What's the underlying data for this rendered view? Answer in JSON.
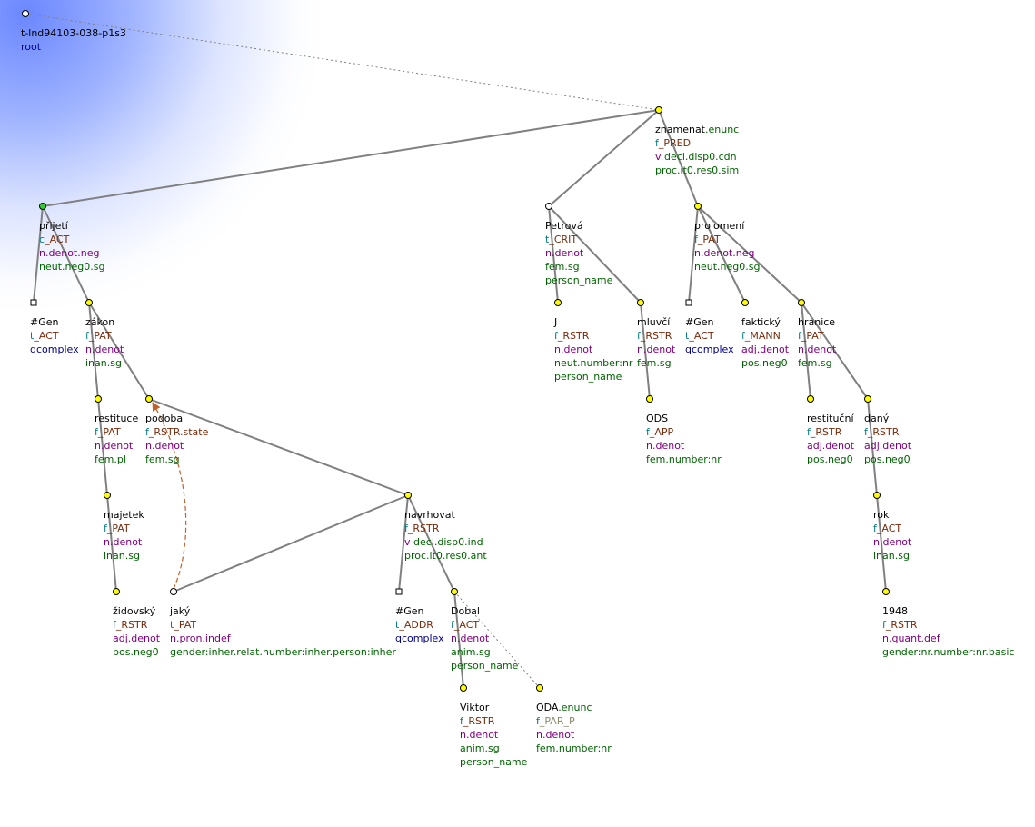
{
  "root": {
    "id": "t-lnd94103-038-p1s3",
    "func": "root"
  },
  "nodes": [
    {
      "key": "znamenat",
      "lemma": "znamenat",
      "suffix": ".enunc",
      "func_prefix": "f",
      "func_suffix": "_PRED",
      "lines": [
        {
          "text": "v",
          "text2": "decl.disp0.cdn",
          "cls": "enc"
        },
        {
          "text": "proc.it0.res0.sim",
          "cls": "enc"
        }
      ]
    },
    {
      "key": "prijeti",
      "lemma": "přijetí",
      "func_prefix": "c",
      "func_suffix": "_ACT",
      "lines": [
        {
          "text": "n.denot.neg",
          "cls": "gram"
        },
        {
          "text": "neut.neg0.sg",
          "cls": "enc"
        }
      ]
    },
    {
      "key": "gen1",
      "lemma": "#Gen",
      "func_prefix": "t",
      "func_suffix": "_ACT",
      "lines": [
        {
          "text": "qcomplex",
          "cls": "qc"
        }
      ]
    },
    {
      "key": "zakon",
      "lemma": "zákon",
      "func_prefix": "f",
      "func_suffix": "_PAT",
      "lines": [
        {
          "text": "n.denot",
          "cls": "gram"
        },
        {
          "text": "inan.sg",
          "cls": "enc"
        }
      ]
    },
    {
      "key": "restituce",
      "lemma": "restituce",
      "func_prefix": "f",
      "func_suffix": "_PAT",
      "lines": [
        {
          "text": "n.denot",
          "cls": "gram"
        },
        {
          "text": "fem.pl",
          "cls": "enc"
        }
      ]
    },
    {
      "key": "podoba",
      "lemma": "podoba",
      "func_prefix": "f",
      "func_suffix": "_RSTR.state",
      "lines": [
        {
          "text": "n.denot",
          "cls": "gram"
        },
        {
          "text": "fem.sg",
          "cls": "enc"
        }
      ]
    },
    {
      "key": "majetek",
      "lemma": "majetek",
      "func_prefix": "f",
      "func_suffix": "_PAT",
      "lines": [
        {
          "text": "n.denot",
          "cls": "gram"
        },
        {
          "text": "inan.sg",
          "cls": "enc"
        }
      ]
    },
    {
      "key": "zidovsky",
      "lemma": "židovský",
      "func_prefix": "f",
      "func_suffix": "_RSTR",
      "lines": [
        {
          "text": "adj.denot",
          "cls": "gram"
        },
        {
          "text": "pos.neg0",
          "cls": "enc"
        }
      ]
    },
    {
      "key": "jaky",
      "lemma": "jaký",
      "func_prefix": "t",
      "func_suffix": "_PAT",
      "lines": [
        {
          "text": "n.pron.indef",
          "cls": "gram"
        },
        {
          "text": "gender:inher.relat.number:inher.person:inher",
          "cls": "enc"
        }
      ]
    },
    {
      "key": "navrhovat",
      "lemma": "navrhovat",
      "func_prefix": "f",
      "func_suffix": "_RSTR",
      "lines": [
        {
          "text": "v",
          "text2": "decl.disp0.ind",
          "cls": "enc"
        },
        {
          "text": "proc.it0.res0.ant",
          "cls": "enc"
        }
      ]
    },
    {
      "key": "gen2",
      "lemma": "#Gen",
      "func_prefix": "t",
      "func_suffix": "_ADDR",
      "lines": [
        {
          "text": "qcomplex",
          "cls": "qc"
        }
      ]
    },
    {
      "key": "dobal",
      "lemma": "Dobal",
      "func_prefix": "f",
      "func_suffix": "_ACT",
      "lines": [
        {
          "text": "n.denot",
          "cls": "gram"
        },
        {
          "text": "anim.sg",
          "cls": "enc"
        },
        {
          "text": "person_name",
          "cls": "enc"
        }
      ]
    },
    {
      "key": "viktor",
      "lemma": "Viktor",
      "func_prefix": "f",
      "func_suffix": "_RSTR",
      "lines": [
        {
          "text": "n.denot",
          "cls": "gram"
        },
        {
          "text": "anim.sg",
          "cls": "enc"
        },
        {
          "text": "person_name",
          "cls": "enc"
        }
      ]
    },
    {
      "key": "oda",
      "lemma": "ODA",
      "suffix": ".enunc",
      "func_prefix": "f",
      "func_suffix": "_PAR_P",
      "lines": [
        {
          "text": "n.denot",
          "cls": "gram"
        },
        {
          "text": "fem.number:nr",
          "cls": "enc"
        }
      ]
    },
    {
      "key": "petrova",
      "lemma": "Petrová",
      "func_prefix": "t",
      "func_suffix": "_CRIT",
      "lines": [
        {
          "text": "n.denot",
          "cls": "gram"
        },
        {
          "text": "fem.sg",
          "cls": "enc"
        },
        {
          "text": "person_name",
          "cls": "enc"
        }
      ]
    },
    {
      "key": "j",
      "lemma": "J",
      "func_prefix": "f",
      "func_suffix": "_RSTR",
      "lines": [
        {
          "text": "n.denot",
          "cls": "gram"
        },
        {
          "text": "neut.number:nr",
          "cls": "enc"
        },
        {
          "text": "person_name",
          "cls": "enc"
        }
      ]
    },
    {
      "key": "mluvci",
      "lemma": "mluvčí",
      "func_prefix": "f",
      "func_suffix": "_RSTR",
      "lines": [
        {
          "text": "n.denot",
          "cls": "gram"
        },
        {
          "text": "fem.sg",
          "cls": "enc"
        }
      ]
    },
    {
      "key": "ods",
      "lemma": "ODS",
      "func_prefix": "f",
      "func_suffix": "_APP",
      "lines": [
        {
          "text": "n.denot",
          "cls": "gram"
        },
        {
          "text": "fem.number:nr",
          "cls": "enc"
        }
      ]
    },
    {
      "key": "prolomeni",
      "lemma": "prolomení",
      "func_prefix": "f",
      "func_suffix": "_PAT",
      "lines": [
        {
          "text": "n.denot.neg",
          "cls": "gram"
        },
        {
          "text": "neut.neg0.sg",
          "cls": "enc"
        }
      ]
    },
    {
      "key": "gen3",
      "lemma": "#Gen",
      "func_prefix": "t",
      "func_suffix": "_ACT",
      "lines": [
        {
          "text": "qcomplex",
          "cls": "qc"
        }
      ]
    },
    {
      "key": "fakticky",
      "lemma": "faktický",
      "func_prefix": "f",
      "func_suffix": "_MANN",
      "lines": [
        {
          "text": "adj.denot",
          "cls": "gram"
        },
        {
          "text": "pos.neg0",
          "cls": "enc"
        }
      ]
    },
    {
      "key": "hranice",
      "lemma": "hranice",
      "func_prefix": "f",
      "func_suffix": "_PAT",
      "lines": [
        {
          "text": "n.denot",
          "cls": "gram"
        },
        {
          "text": "fem.sg",
          "cls": "enc"
        }
      ]
    },
    {
      "key": "restitucni",
      "lemma": "restituční",
      "func_prefix": "f",
      "func_suffix": "_RSTR",
      "lines": [
        {
          "text": "adj.denot",
          "cls": "gram"
        },
        {
          "text": "pos.neg0",
          "cls": "enc"
        }
      ]
    },
    {
      "key": "dany",
      "lemma": "daný",
      "func_prefix": "f",
      "func_suffix": "_RSTR",
      "lines": [
        {
          "text": "adj.denot",
          "cls": "gram"
        },
        {
          "text": "pos.neg0",
          "cls": "enc"
        }
      ]
    },
    {
      "key": "rok",
      "lemma": "rok",
      "func_prefix": "f",
      "func_suffix": "_ACT",
      "lines": [
        {
          "text": "n.denot",
          "cls": "gram"
        },
        {
          "text": "inan.sg",
          "cls": "enc"
        }
      ]
    },
    {
      "key": "n1948",
      "lemma": "1948",
      "func_prefix": "f",
      "func_suffix": "_RSTR",
      "lines": [
        {
          "text": "n.quant.def",
          "cls": "gram"
        },
        {
          "text": "gender:nr.number:nr.basic",
          "cls": "enc"
        }
      ]
    }
  ],
  "colors": {
    "edge": "#808080",
    "node_fill": "#ffff00",
    "coord_fill": "#33cc33",
    "coref_arrow": "#c0602a",
    "dotted": "#808080"
  }
}
